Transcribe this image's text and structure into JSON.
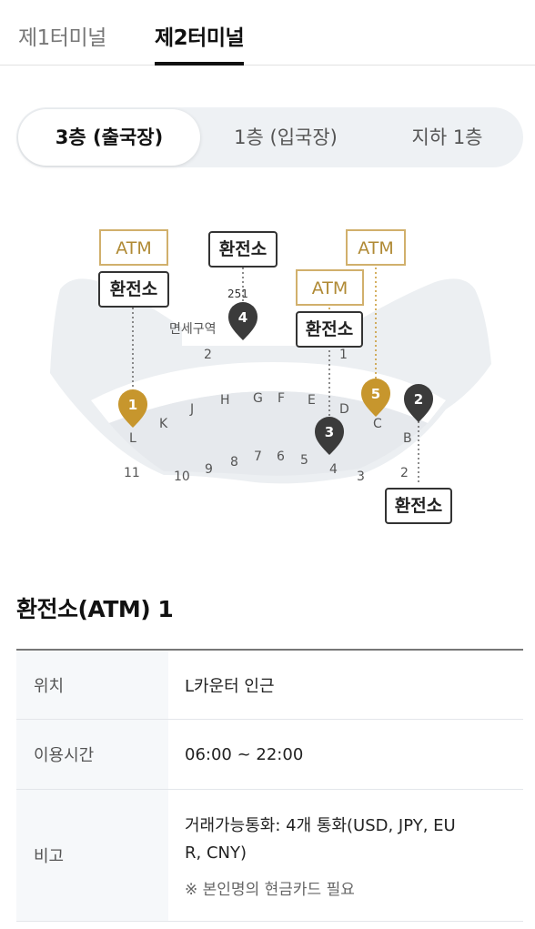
{
  "terminal_tabs": [
    {
      "label": "제1터미널",
      "active": false
    },
    {
      "label": "제2터미널",
      "active": true
    }
  ],
  "floor_tabs": [
    {
      "label": "3층 (출국장)",
      "active": true
    },
    {
      "label": "1층 (입국장)",
      "active": false
    },
    {
      "label": "지하 1층",
      "active": false
    }
  ],
  "map": {
    "atm_label": "ATM",
    "exchange_label": "환전소",
    "duty_free_label": "면세구역",
    "pins": [
      {
        "number": "1",
        "color": "#c7962d"
      },
      {
        "number": "2",
        "color": "#3b3b3b"
      },
      {
        "number": "3",
        "color": "#3b3b3b"
      },
      {
        "number": "4",
        "color": "#3b3b3b"
      },
      {
        "number": "5",
        "color": "#c7962d"
      }
    ],
    "counters": [
      "L",
      "K",
      "J",
      "H",
      "G",
      "F",
      "E",
      "D",
      "C",
      "B"
    ],
    "gates": [
      "11",
      "10",
      "9",
      "8",
      "7",
      "6",
      "5",
      "4",
      "3",
      "2",
      "2",
      "1",
      "251"
    ]
  },
  "detail": {
    "title": "환전소(ATM) 1",
    "rows": [
      {
        "key": "위치",
        "value": "L카운터 인근"
      },
      {
        "key": "이용시간",
        "value": "06:00 ~ 22:00"
      },
      {
        "key": "비고",
        "value_line1": "거래가능통화: 4개 통화(USD, JPY, EU",
        "value_line2": "R, CNY)",
        "note": "※ 본인명의 현금카드 필요"
      }
    ]
  }
}
